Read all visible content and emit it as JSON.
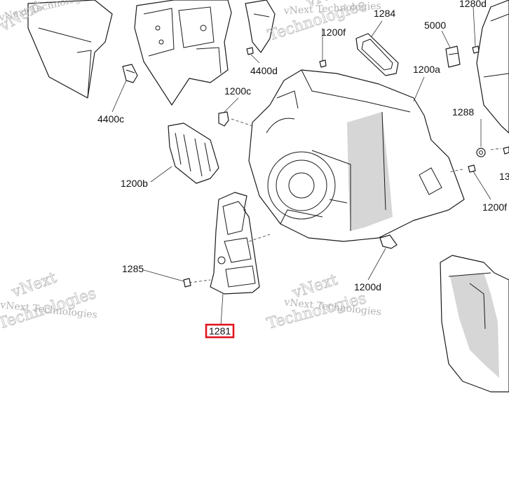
{
  "watermark": {
    "brand_text": "vNext Technologies",
    "outline_text": "Technologies",
    "outline_prefix": "vNext"
  },
  "callouts": {
    "c1280d": "1280d",
    "c1284": "1284",
    "c5000": "5000",
    "c1200f_top": "1200f",
    "c1200a": "1200a",
    "c4400d": "4400d",
    "c1200c": "1200c",
    "c4400c": "4400c",
    "c1288": "1288",
    "c1200b": "1200b",
    "c13": "13",
    "c1200f_right": "1200f",
    "c1285": "1285",
    "c1200d": "1200d",
    "c1281": "1281"
  },
  "highlight": {
    "selected_callout": "1281",
    "color": "#e0141e"
  }
}
